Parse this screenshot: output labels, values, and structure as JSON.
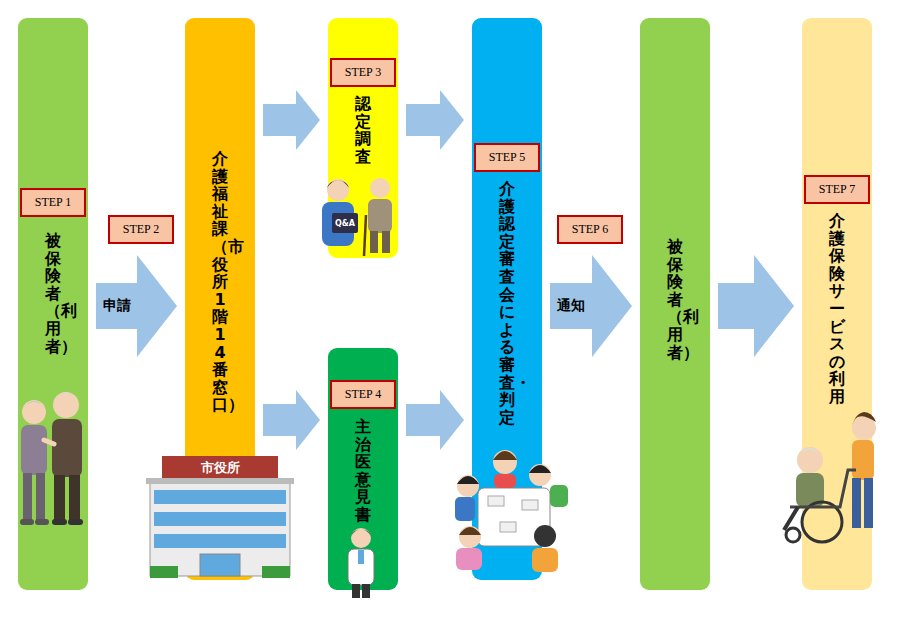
{
  "diagram": {
    "nodes": [
      {
        "text": [
          "被保険者（利用者）"
        ]
      },
      {
        "text": [
          "STEP 1"
        ],
        "in": 0
      },
      {
        "text": [
          "STEP 2"
        ]
      },
      {
        "text": [
          "介護福祉課（市役所1階14番窓口）"
        ]
      },
      {
        "text": [
          "認定調査"
        ]
      },
      {
        "text": [
          "STEP 3"
        ],
        "in": 4
      },
      {
        "text": [
          "主治医意見書"
        ]
      },
      {
        "text": [
          "STEP 4"
        ],
        "in": 6
      },
      {
        "text": [
          "介護認定審査会による審査・判定"
        ]
      },
      {
        "text": [
          "STEP 5"
        ],
        "in": 8
      },
      {
        "text": [
          "STEP 6"
        ]
      },
      {
        "text": [
          "被保険者（利用者）"
        ]
      },
      {
        "text": [
          "介護保険サービスの利用"
        ]
      },
      {
        "text": [
          "STEP 7"
        ],
        "in": 12
      }
    ],
    "edges": [
      {
        "from": 0,
        "to": 3,
        "arrow": "to",
        "label": "申請"
      },
      {
        "from": 3,
        "to": 4,
        "arrow": "to"
      },
      {
        "from": 3,
        "to": 6,
        "arrow": "to"
      },
      {
        "from": 4,
        "to": 8,
        "arrow": "to"
      },
      {
        "from": 6,
        "to": 8,
        "arrow": "to"
      },
      {
        "from": 8,
        "to": 11,
        "arrow": "to",
        "label": "通知"
      },
      {
        "from": 11,
        "to": 12,
        "arrow": "to"
      }
    ],
    "labels": [
      "市役所",
      "Q&A"
    ]
  }
}
